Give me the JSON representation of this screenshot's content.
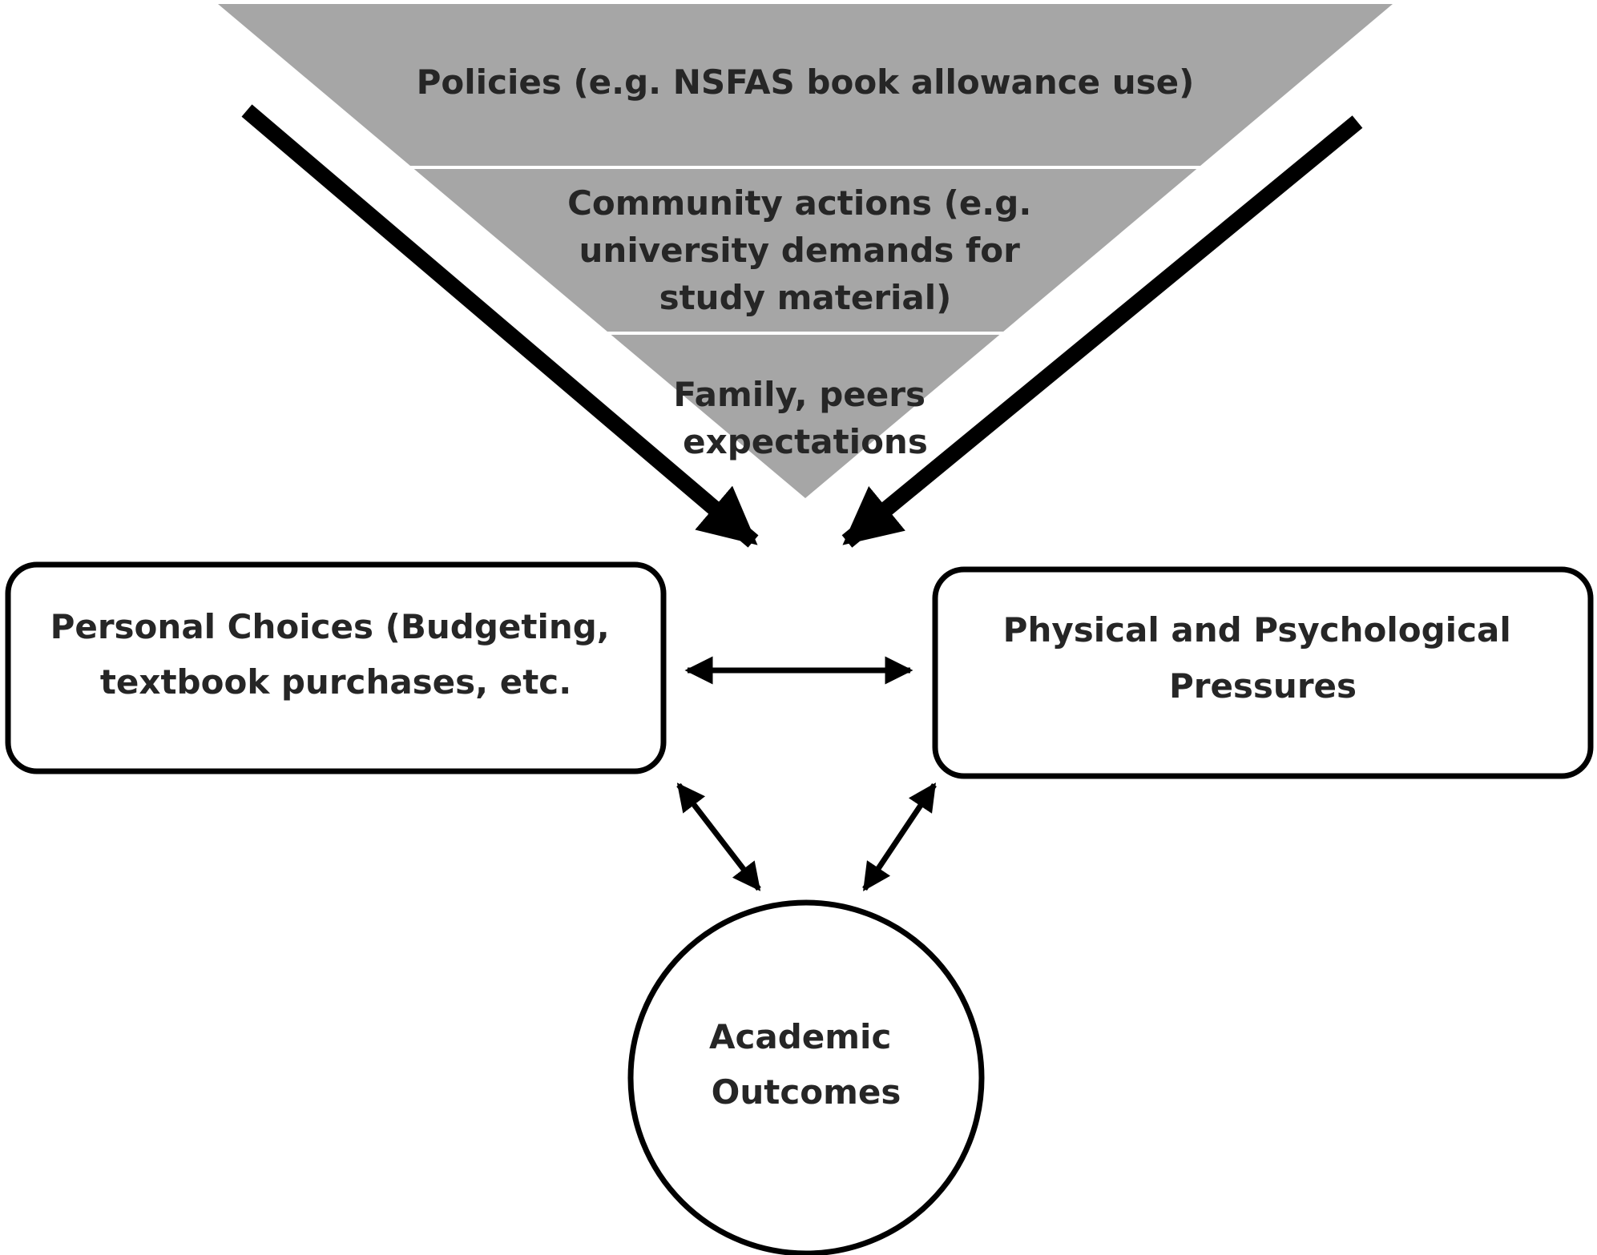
{
  "funnel": {
    "color": "#a6a6a6",
    "layers": [
      {
        "lines": [
          "Policies (e.g. NSFAS book allowance use)"
        ]
      },
      {
        "lines": [
          "Community actions (e.g.",
          "university demands for",
          "study material)"
        ]
      },
      {
        "lines": [
          "Family, peers",
          "expectations"
        ]
      }
    ]
  },
  "boxes": {
    "left": {
      "lines": [
        "Personal Choices (Budgeting,",
        "textbook purchases, etc."
      ]
    },
    "right": {
      "lines": [
        "Physical and Psychological",
        "Pressures"
      ]
    }
  },
  "circle": {
    "lines": [
      "Academic",
      "Outcomes"
    ]
  }
}
